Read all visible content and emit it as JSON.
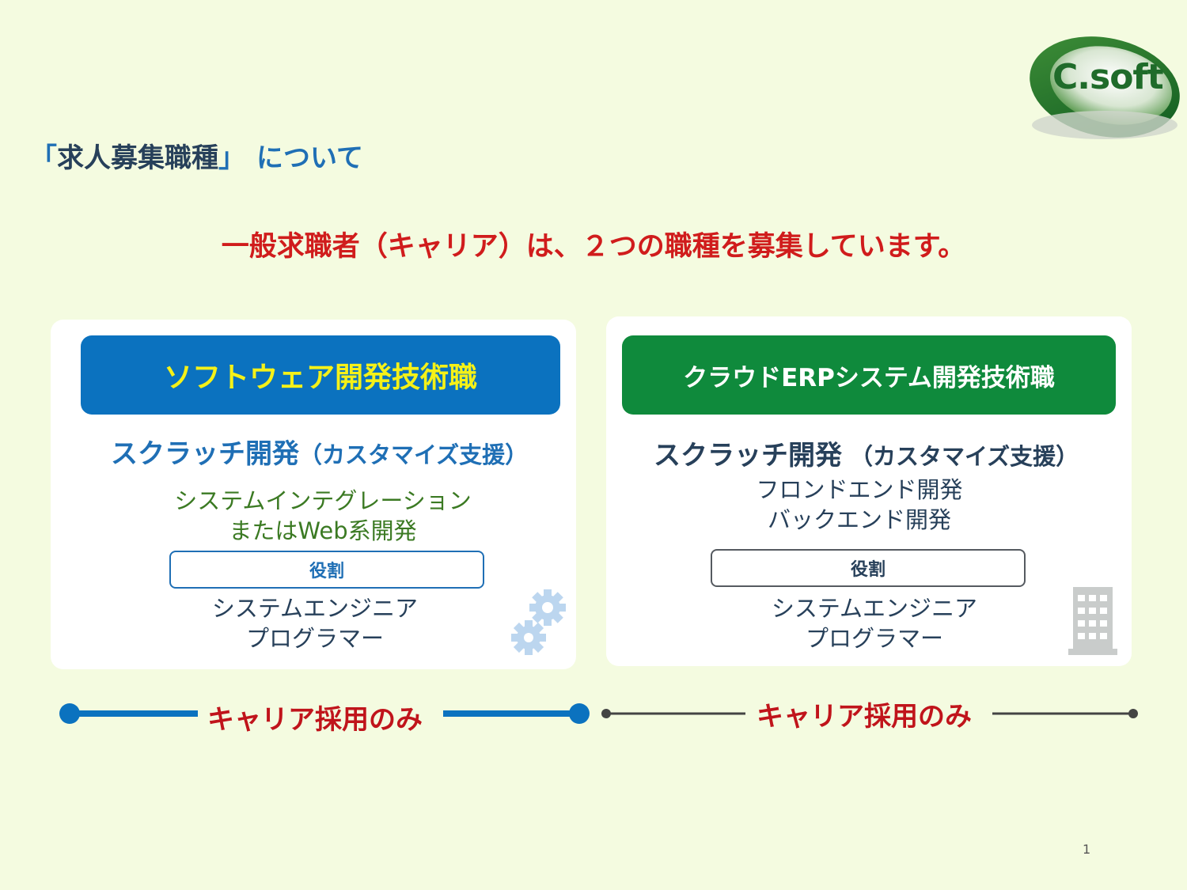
{
  "logo": {
    "text": "C.soft",
    "icon": "csoft-swoosh-logo"
  },
  "page": {
    "heading_open": "「",
    "heading_main": "求人募集職種",
    "heading_close": "」",
    "heading_suffix": "について",
    "headline": "一般求職者（キャリア）は、２つの職種を募集しています。",
    "page_number": "1"
  },
  "left_card": {
    "title": "ソフトウェア開発技術職",
    "subtitle": "スクラッチ開発",
    "subtitle_note": "（カスタマイズ支援）",
    "desc_line1": "システムインテグレーション",
    "desc_line2": "またはWeb系開発",
    "role_label": "役割",
    "job_line1": "システムエンジニア",
    "job_line2": "プログラマー",
    "icon": "gears-icon"
  },
  "right_card": {
    "title": "クラウドERPシステム開発技術職",
    "subtitle": "スクラッチ開発",
    "subtitle_note": "（カスタマイズ支援）",
    "desc_line1": "フロンドエンド開発",
    "desc_line2": "バックエンド開発",
    "role_label": "役割",
    "job_line1": "システムエンジニア",
    "job_line2": "プログラマー",
    "icon": "building-icon"
  },
  "timeline": {
    "left_label": "キャリア採用のみ",
    "right_label": "キャリア採用のみ"
  },
  "colors": {
    "background": "#f4fbe0",
    "blue": "#0b72bf",
    "green": "#0f8a3c",
    "red": "#d01c1c",
    "yellow": "#f5f118"
  }
}
